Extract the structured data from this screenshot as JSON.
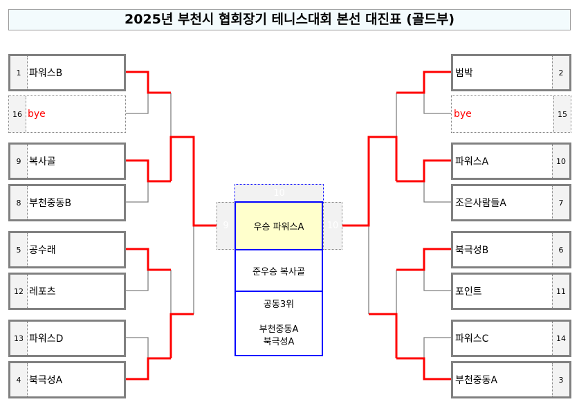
{
  "title": "2025년 부천시 협회장기 테니스대회 본선 대진표 (골드부)",
  "left": [
    {
      "seed": "1",
      "name": "파워스B",
      "bye": false
    },
    {
      "seed": "16",
      "name": "bye",
      "bye": true
    },
    {
      "seed": "9",
      "name": "복사골",
      "bye": false
    },
    {
      "seed": "8",
      "name": "부천중동B",
      "bye": false
    },
    {
      "seed": "5",
      "name": "공수래",
      "bye": false
    },
    {
      "seed": "12",
      "name": "레포츠",
      "bye": false
    },
    {
      "seed": "13",
      "name": "파워스D",
      "bye": false
    },
    {
      "seed": "4",
      "name": "북극성A",
      "bye": false
    }
  ],
  "right": [
    {
      "seed": "2",
      "name": "범박",
      "bye": false
    },
    {
      "seed": "15",
      "name": "bye",
      "bye": true
    },
    {
      "seed": "10",
      "name": "파워스A",
      "bye": false
    },
    {
      "seed": "7",
      "name": "조은사람들A",
      "bye": false
    },
    {
      "seed": "6",
      "name": "북극성B",
      "bye": false
    },
    {
      "seed": "11",
      "name": "포인트",
      "bye": false
    },
    {
      "seed": "14",
      "name": "파워스C",
      "bye": false
    },
    {
      "seed": "3",
      "name": "부천중동A",
      "bye": false
    }
  ],
  "final": {
    "left_seed": "9",
    "right_seed": "10",
    "winner_seed": "10",
    "champion": "우승 파워스A",
    "runner_up": "준우승 복사골",
    "third_label": "공동3위",
    "third": [
      "부천중동A",
      "북극성A"
    ]
  },
  "colors": {
    "winner_line": "#ff0000",
    "line": "#808080",
    "result_border": "#0000ff",
    "champion_bg": "#ffffcc"
  }
}
